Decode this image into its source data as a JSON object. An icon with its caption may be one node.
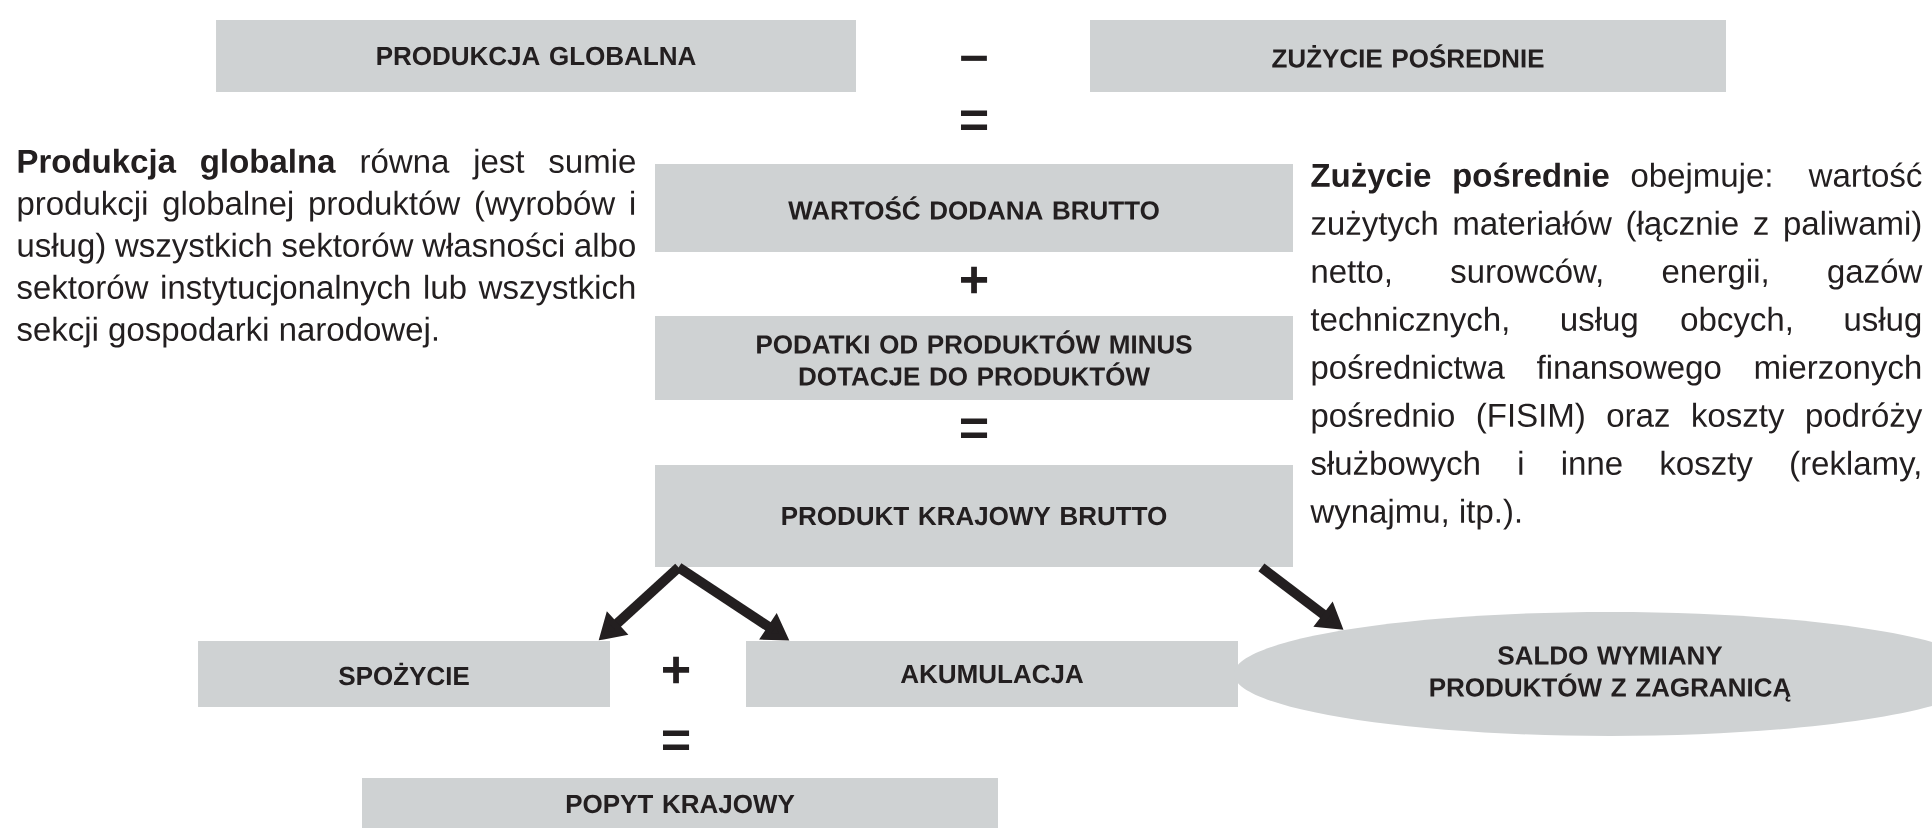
{
  "diagram": {
    "nodes": [
      {
        "text": [
          "PRODUKCJA GLOBALNA"
        ]
      },
      {
        "text": [
          "ZUŻYCIE POŚREDNIE"
        ]
      },
      {
        "text": [
          "WARTOŚĆ DODANA BRUTTO"
        ]
      },
      {
        "text": [
          "PODATKI OD PRODUKTÓW MINUS DOTACJE DO PRODUKTÓW"
        ]
      },
      {
        "text": [
          "PRODUKT KRAJOWY BRUTTO"
        ]
      },
      {
        "text": [
          "SPOŻYCIE"
        ]
      },
      {
        "text": [
          "AKUMULACJA"
        ]
      },
      {
        "text": [
          "SALDO WYMIANY PRODUKTÓW Z ZAGRANICĄ"
        ]
      },
      {
        "text": [
          "POPYT KRAJOWY"
        ]
      }
    ],
    "edges": [
      {
        "from": 4,
        "to": 5,
        "arrow": "to"
      },
      {
        "from": 4,
        "to": 6,
        "arrow": "to"
      },
      {
        "from": 4,
        "to": 7,
        "arrow": "to"
      }
    ],
    "labels": [
      "–",
      "=",
      "**Produkcja globalna** równa jest sumie produkcji globalnej produktów (wyrobów i usług) wszystkich sektorów własności albo sektorów instytucjonalnych lub wszystkich sekcji gospodarki narodowej.",
      "**Zużycie pośrednie** obejmuje: wartość zużytych materiałów (łącznie z paliwami) netto, surowców, energii, gazów technicznych, usług obcych, usług pośrednictwa finansowego mierzonych pośrednio (FISIM) oraz koszty podróży służbowych i inne koszty (reklamy, wynajmu, itp.).",
      "+",
      "=",
      "+",
      "="
    ]
  }
}
